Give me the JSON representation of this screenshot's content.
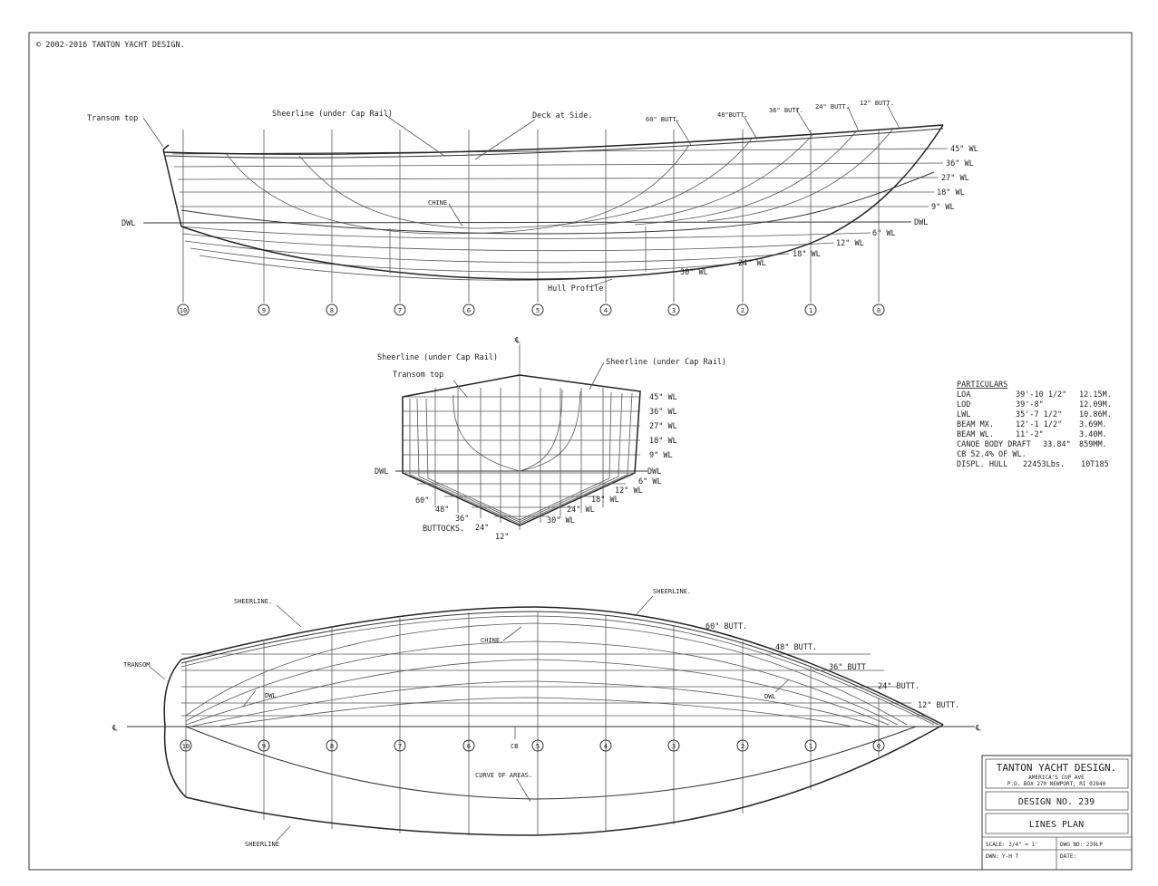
{
  "copyright": "© 2002-2016 TANTON YACHT DESIGN.",
  "profile": {
    "transom_top": "Transom top",
    "sheerline": "Sheerline (under Cap Rail)",
    "deck_at_side": "Deck at Side.",
    "chine": "CHINE",
    "dwl": "DWL",
    "hull_profile": "Hull Profile",
    "butts_top": [
      "60\" BUTT.",
      "48\"BUTT.",
      "36\" BUTT.",
      "24\" BUTT.",
      "12\" BUTT."
    ],
    "wl_upper": [
      "45\" WL",
      "36\" WL",
      "27\" WL",
      "18\" WL",
      "9\" WL"
    ],
    "dwl_right": "DWL",
    "wl_lower": [
      "6\" WL",
      "12\" WL",
      "18\" WL",
      "24\" WL",
      "30\" WL"
    ],
    "stations": [
      "10",
      "9",
      "8",
      "7",
      "6",
      "5",
      "4",
      "3",
      "2",
      "1",
      "0"
    ]
  },
  "body_plan": {
    "centerline": "℄",
    "sheerline_left": "Sheerline (under Cap Rail)",
    "transom_top": "Transom top",
    "sheerline_right": "Sheerline (under Cap Rail)",
    "wl_upper": [
      "45\" WL",
      "36\" WL",
      "27\" WL",
      "18\" WL",
      "9\" WL"
    ],
    "dwl_left": "DWL",
    "dwl_right": "DWL",
    "wl_lower": [
      "6\" WL",
      "12\" WL",
      "18\" WL",
      "24\" WL",
      "30\" WL"
    ],
    "buttocks": [
      "60\"",
      "48\"",
      "36\"",
      "24\"",
      "12\""
    ],
    "buttocks_label": "BUTTOCKS."
  },
  "particulars": {
    "title": "PARTICULARS",
    "rows": [
      {
        "label": "LOA",
        "imperial": "39'-10 1/2\"",
        "metric": "12.15M."
      },
      {
        "label": "LOD",
        "imperial": "39'-8\"",
        "metric": "12.09M."
      },
      {
        "label": "LWL",
        "imperial": "35'-7 1/2\"",
        "metric": "10.86M."
      },
      {
        "label": "BEAM MX.",
        "imperial": "12'-1 1/2\"",
        "metric": "3.69M."
      },
      {
        "label": "BEAM WL.",
        "imperial": "11'-2\"",
        "metric": "3.40M."
      },
      {
        "label": "CANOE BODY DRAFT",
        "imperial": "33.84\"",
        "metric": "859MM."
      },
      {
        "label": "CB 52.4% OF WL.",
        "imperial": "",
        "metric": ""
      },
      {
        "label": "DISPL. HULL",
        "imperial": "22453Lbs.",
        "metric": "10T185"
      }
    ]
  },
  "plan_view": {
    "sheerline_left": "SHEERLINE.",
    "sheerline_right": "SHEERLINE.",
    "chine": "CHINE.",
    "transom": "TRANSOM",
    "dwl_left": "DWL",
    "dwl_right": "DWL",
    "butts": [
      "60\" BUTT.",
      "48\" BUTT.",
      "36\" BUTT",
      "24\" BUTT.",
      "12\" BUTT."
    ],
    "cl_left": "℄",
    "cl_right": "℄",
    "cb": "CB",
    "curve_of_areas": "CURVE OF AREAS.",
    "sheerline_bottom": "SHEERLINE",
    "stations": [
      "10",
      "9",
      "8",
      "7",
      "6",
      "5",
      "4",
      "3",
      "2",
      "1",
      "0"
    ]
  },
  "title_block": {
    "company": "TANTON YACHT DESIGN.",
    "address1": "AMERICA'S CUP AVE",
    "address2": "P.O. BOX 270 NEWPORT, RI 02840",
    "design_no": "DESIGN NO. 239",
    "drawing_title": "LINES PLAN",
    "scale": "SCALE: 3/4\" = 1'",
    "dwn": "DWN: Y-H T",
    "dwg_no": "DWG NO: 239LP",
    "date": "DATE:"
  }
}
